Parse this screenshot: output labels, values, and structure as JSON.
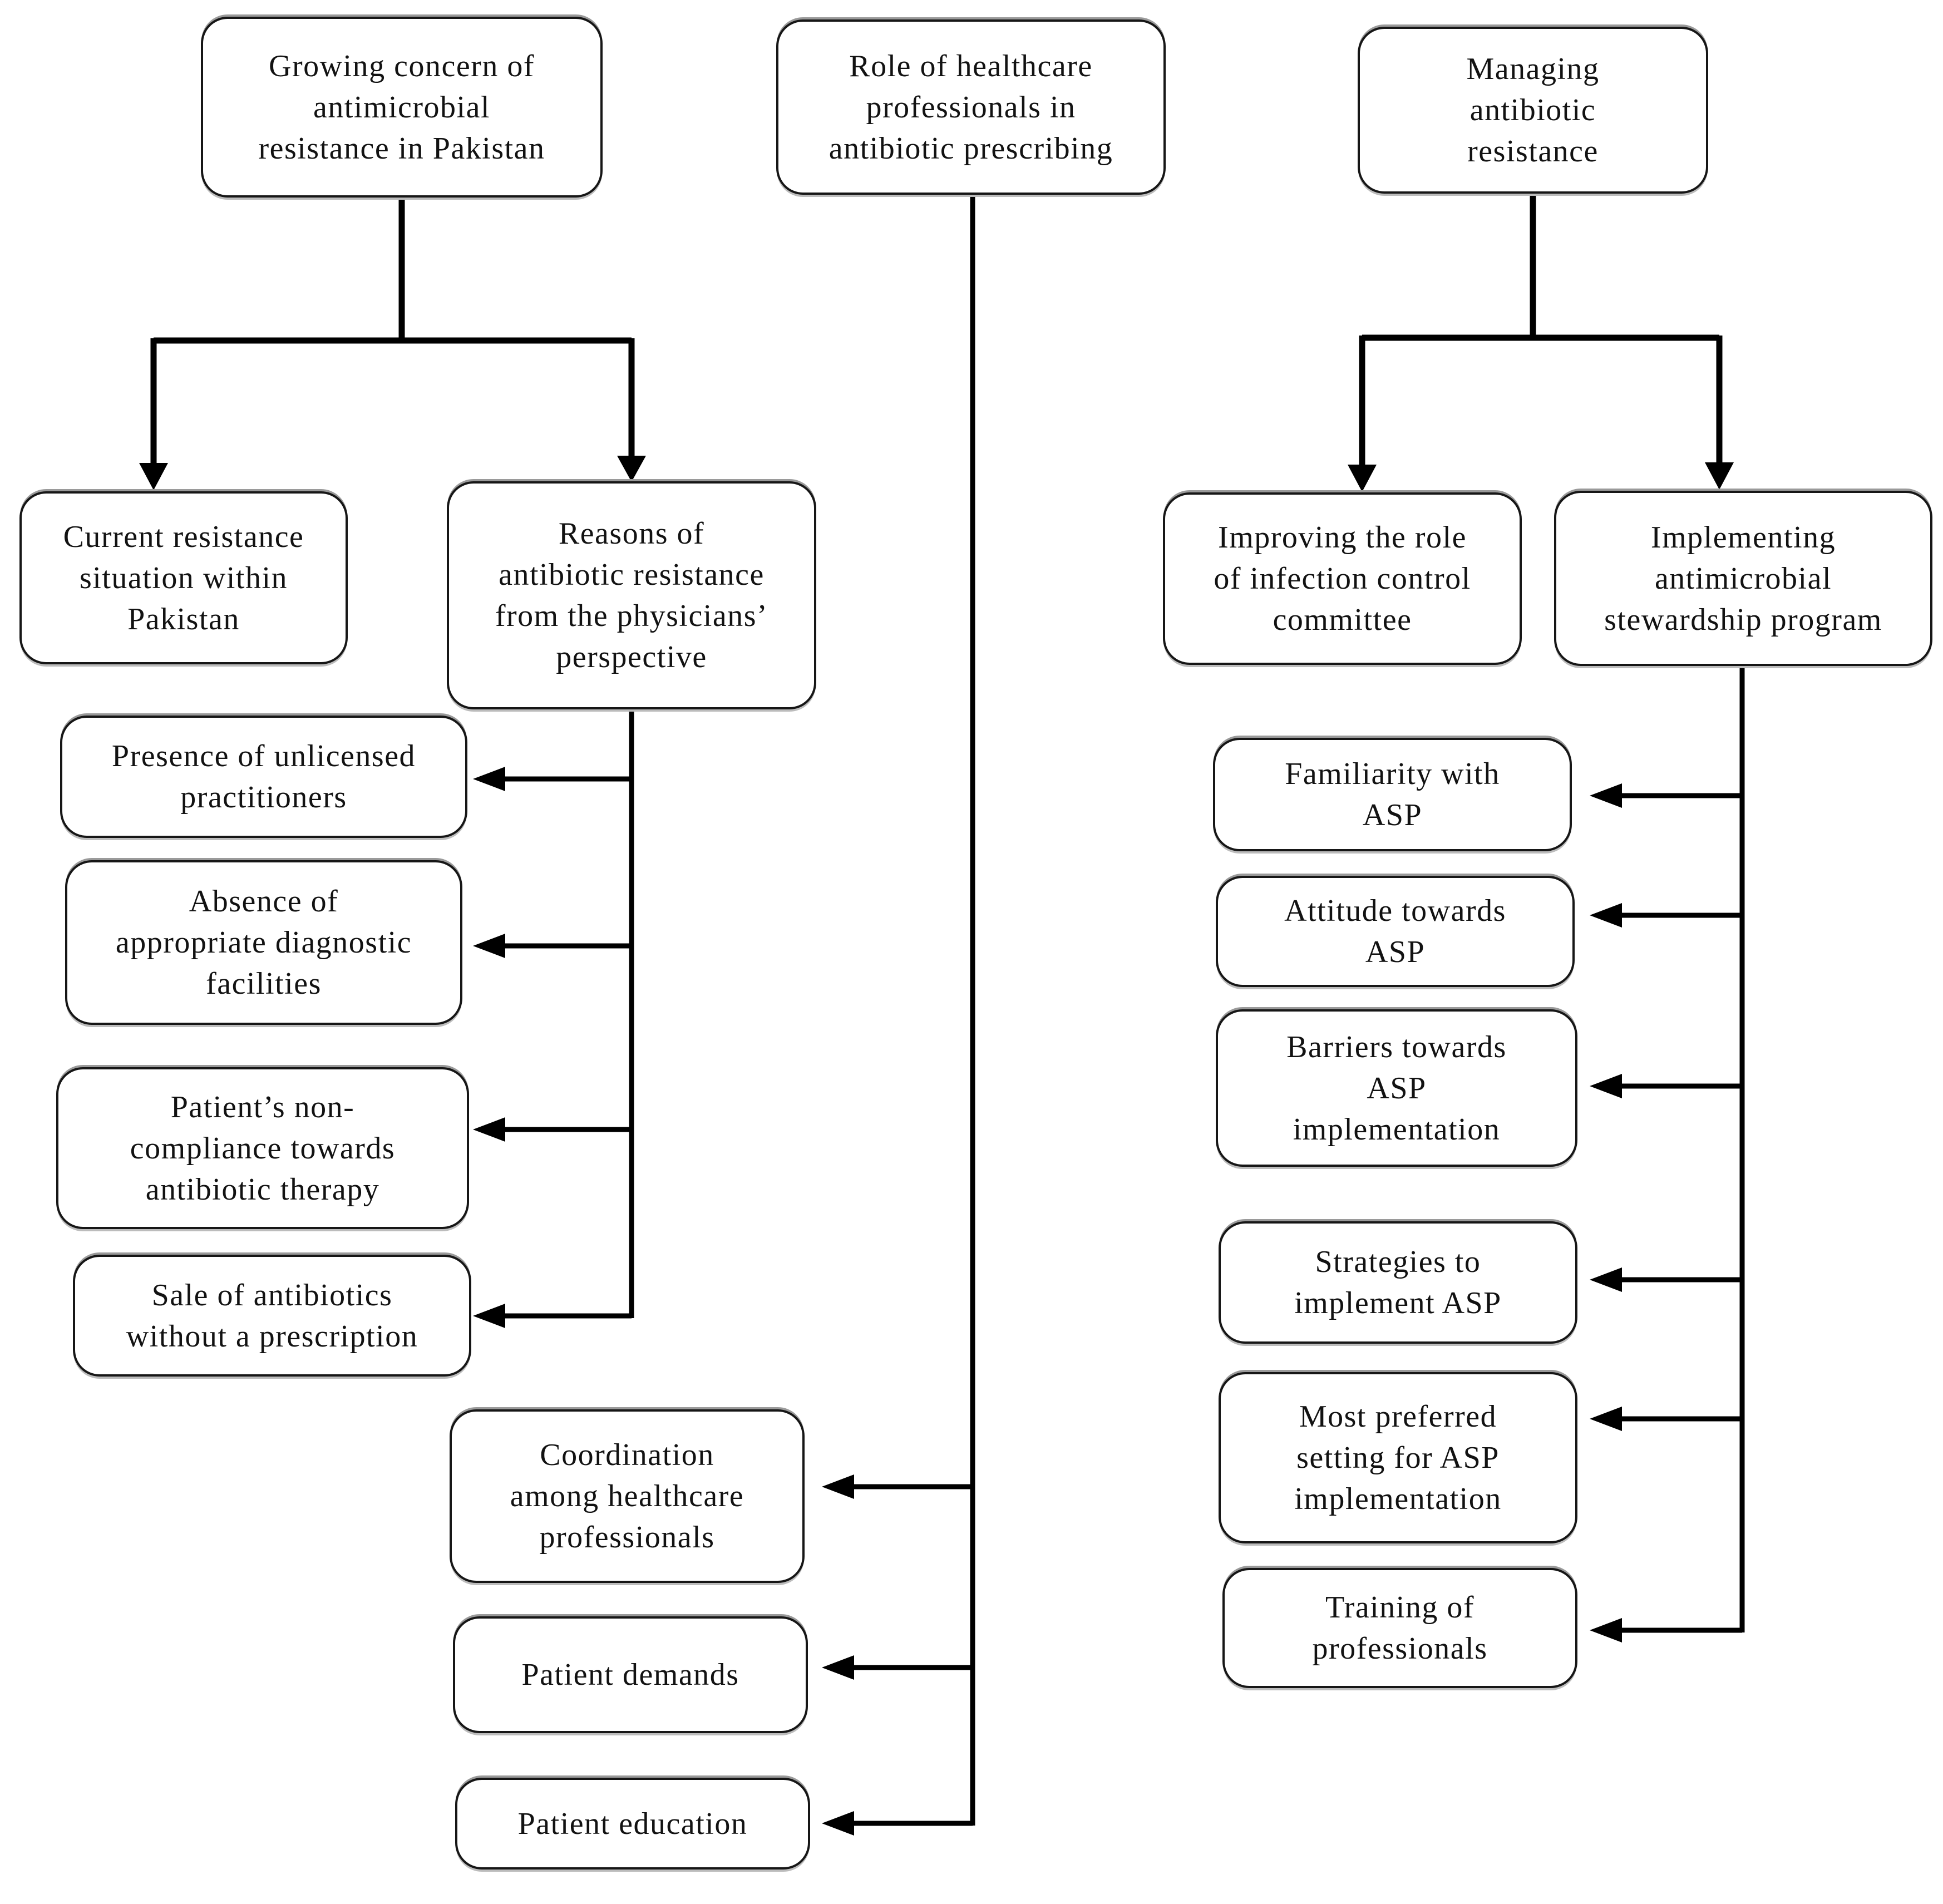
{
  "figure": {
    "type": "flowchart",
    "background_color": "#ffffff",
    "line_color": "#000000",
    "box_border_color": "#161616",
    "text_color": "#121212"
  },
  "nodes": {
    "growing_concern": {
      "label": "Growing concern of\nantimicrobial\nresistance in Pakistan"
    },
    "role_healthcare": {
      "label": "Role of healthcare\nprofessionals in\nantibiotic prescribing"
    },
    "managing": {
      "label": "Managing\nantibiotic\nresistance"
    },
    "current_resistance": {
      "label": "Current resistance\nsituation within\nPakistan"
    },
    "reasons": {
      "label": "Reasons of\nantibiotic resistance\nfrom the physicians’\nperspective"
    },
    "presence": {
      "label": "Presence of unlicensed\npractitioners"
    },
    "absence": {
      "label": "Absence of\nappropriate diagnostic\nfacilities"
    },
    "patients_noncompliance": {
      "label": "Patient’s non-\ncompliance towards\nantibiotic therapy"
    },
    "sale": {
      "label": "Sale of antibiotics\nwithout a prescription"
    },
    "coordination": {
      "label": "Coordination\namong healthcare\nprofessionals"
    },
    "patient_demands": {
      "label": "Patient demands"
    },
    "patient_education": {
      "label": "Patient education"
    },
    "improving": {
      "label": "Improving the role\nof infection control\ncommittee"
    },
    "implementing": {
      "label": "Implementing\nantimicrobial\nstewardship program"
    },
    "familiarity": {
      "label": "Familiarity with\nASP"
    },
    "attitude": {
      "label": "Attitude towards\nASP"
    },
    "barriers": {
      "label": "Barriers towards\nASP\nimplementation"
    },
    "strategies": {
      "label": "Strategies to\nimplement ASP"
    },
    "most_preferred": {
      "label": "Most preferred\nsetting for ASP\nimplementation"
    },
    "training": {
      "label": "Training of\nprofessionals"
    }
  },
  "edges": [
    {
      "from": "growing_concern",
      "to": "current_resistance"
    },
    {
      "from": "growing_concern",
      "to": "reasons"
    },
    {
      "from": "reasons",
      "to": "presence"
    },
    {
      "from": "reasons",
      "to": "absence"
    },
    {
      "from": "reasons",
      "to": "patients_noncompliance"
    },
    {
      "from": "reasons",
      "to": "sale"
    },
    {
      "from": "role_healthcare",
      "to": "coordination"
    },
    {
      "from": "role_healthcare",
      "to": "patient_demands"
    },
    {
      "from": "role_healthcare",
      "to": "patient_education"
    },
    {
      "from": "managing",
      "to": "improving"
    },
    {
      "from": "managing",
      "to": "implementing"
    },
    {
      "from": "implementing",
      "to": "familiarity"
    },
    {
      "from": "implementing",
      "to": "attitude"
    },
    {
      "from": "implementing",
      "to": "barriers"
    },
    {
      "from": "implementing",
      "to": "strategies"
    },
    {
      "from": "implementing",
      "to": "most_preferred"
    },
    {
      "from": "implementing",
      "to": "training"
    }
  ]
}
